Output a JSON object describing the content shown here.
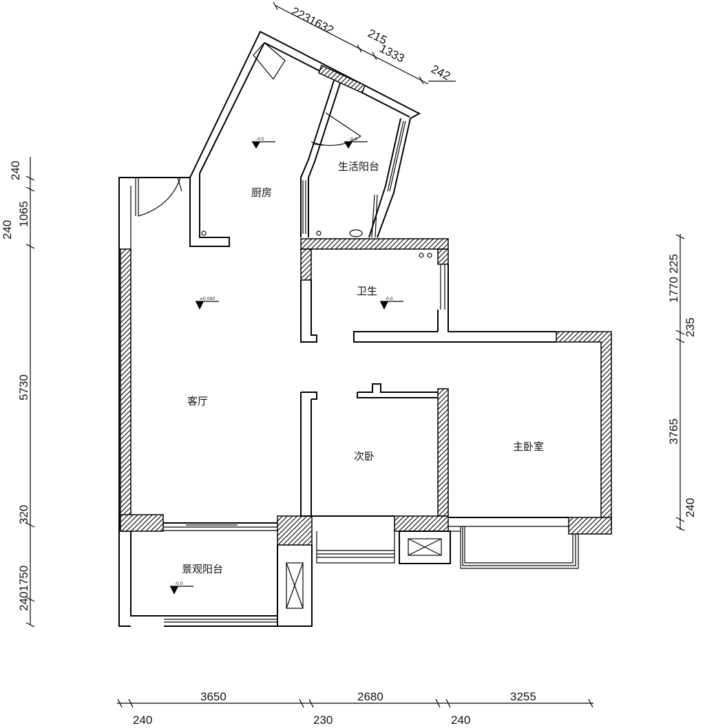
{
  "rooms": {
    "kitchen": "厨房",
    "utility_balcony": "生活阳台",
    "bathroom": "卫生",
    "living_room": "客厅",
    "second_bedroom": "次卧",
    "master_bedroom": "主卧室",
    "view_balcony": "景观阳台"
  },
  "level_marks": {
    "kitchen": "-0.0",
    "utility_balcony": "-0.0",
    "living_room": "±0.000",
    "bathroom": "-0.0",
    "view_balcony": "-0.0"
  },
  "dimensions": {
    "top": [
      "2231632",
      "215",
      "1333",
      "242"
    ],
    "left": [
      "240",
      "1065",
      "240",
      "5730",
      "320",
      "2401750"
    ],
    "right": [
      "1770 225",
      "235",
      "3765",
      "240"
    ],
    "bottom": [
      "3650",
      "2680",
      "3255",
      "240",
      "230",
      "240"
    ]
  }
}
